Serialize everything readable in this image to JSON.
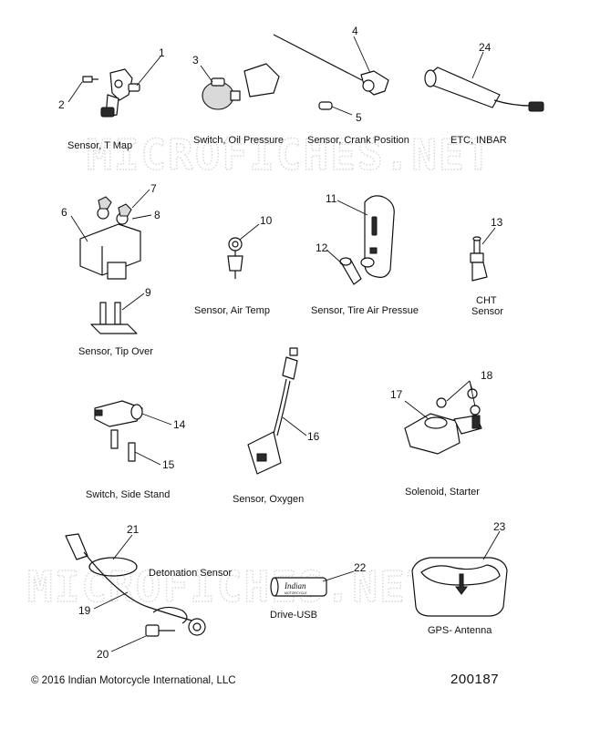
{
  "watermark": "MICROFICHES.NET",
  "parts": [
    {
      "callout": "1",
      "caption": "Sensor, T Map"
    },
    {
      "callout": "2",
      "caption": ""
    },
    {
      "callout": "3",
      "caption": "Switch, Oil Pressure"
    },
    {
      "callout": "4",
      "caption": "Sensor, Crank Position"
    },
    {
      "callout": "5",
      "caption": ""
    },
    {
      "callout": "24",
      "caption": "ETC, INBAR"
    },
    {
      "callout": "6",
      "caption": "Sensor, Tip Over"
    },
    {
      "callout": "7",
      "caption": ""
    },
    {
      "callout": "8",
      "caption": ""
    },
    {
      "callout": "9",
      "caption": ""
    },
    {
      "callout": "10",
      "caption": "Sensor, Air Temp"
    },
    {
      "callout": "11",
      "caption": "Sensor, Tire Air Pressue"
    },
    {
      "callout": "12",
      "caption": ""
    },
    {
      "callout": "13",
      "caption_lines": [
        "CHT",
        "Sensor"
      ]
    },
    {
      "callout": "14",
      "caption": "Switch, Side Stand"
    },
    {
      "callout": "15",
      "caption": ""
    },
    {
      "callout": "16",
      "caption": "Sensor, Oxygen"
    },
    {
      "callout": "17",
      "caption": "Solenoid, Starter"
    },
    {
      "callout": "18",
      "caption": ""
    },
    {
      "callout": "19",
      "caption": "Detonation Sensor"
    },
    {
      "callout": "20",
      "caption": ""
    },
    {
      "callout": "21",
      "caption": ""
    },
    {
      "callout": "22",
      "caption": "Drive-USB"
    },
    {
      "callout": "23",
      "caption": "GPS- Antenna"
    }
  ],
  "usb_brand": "Indian",
  "usb_brand_sub": "MOTORCYCLE",
  "footer": {
    "copyright": "© 2016 Indian Motorcycle International, LLC",
    "code": "200187"
  }
}
